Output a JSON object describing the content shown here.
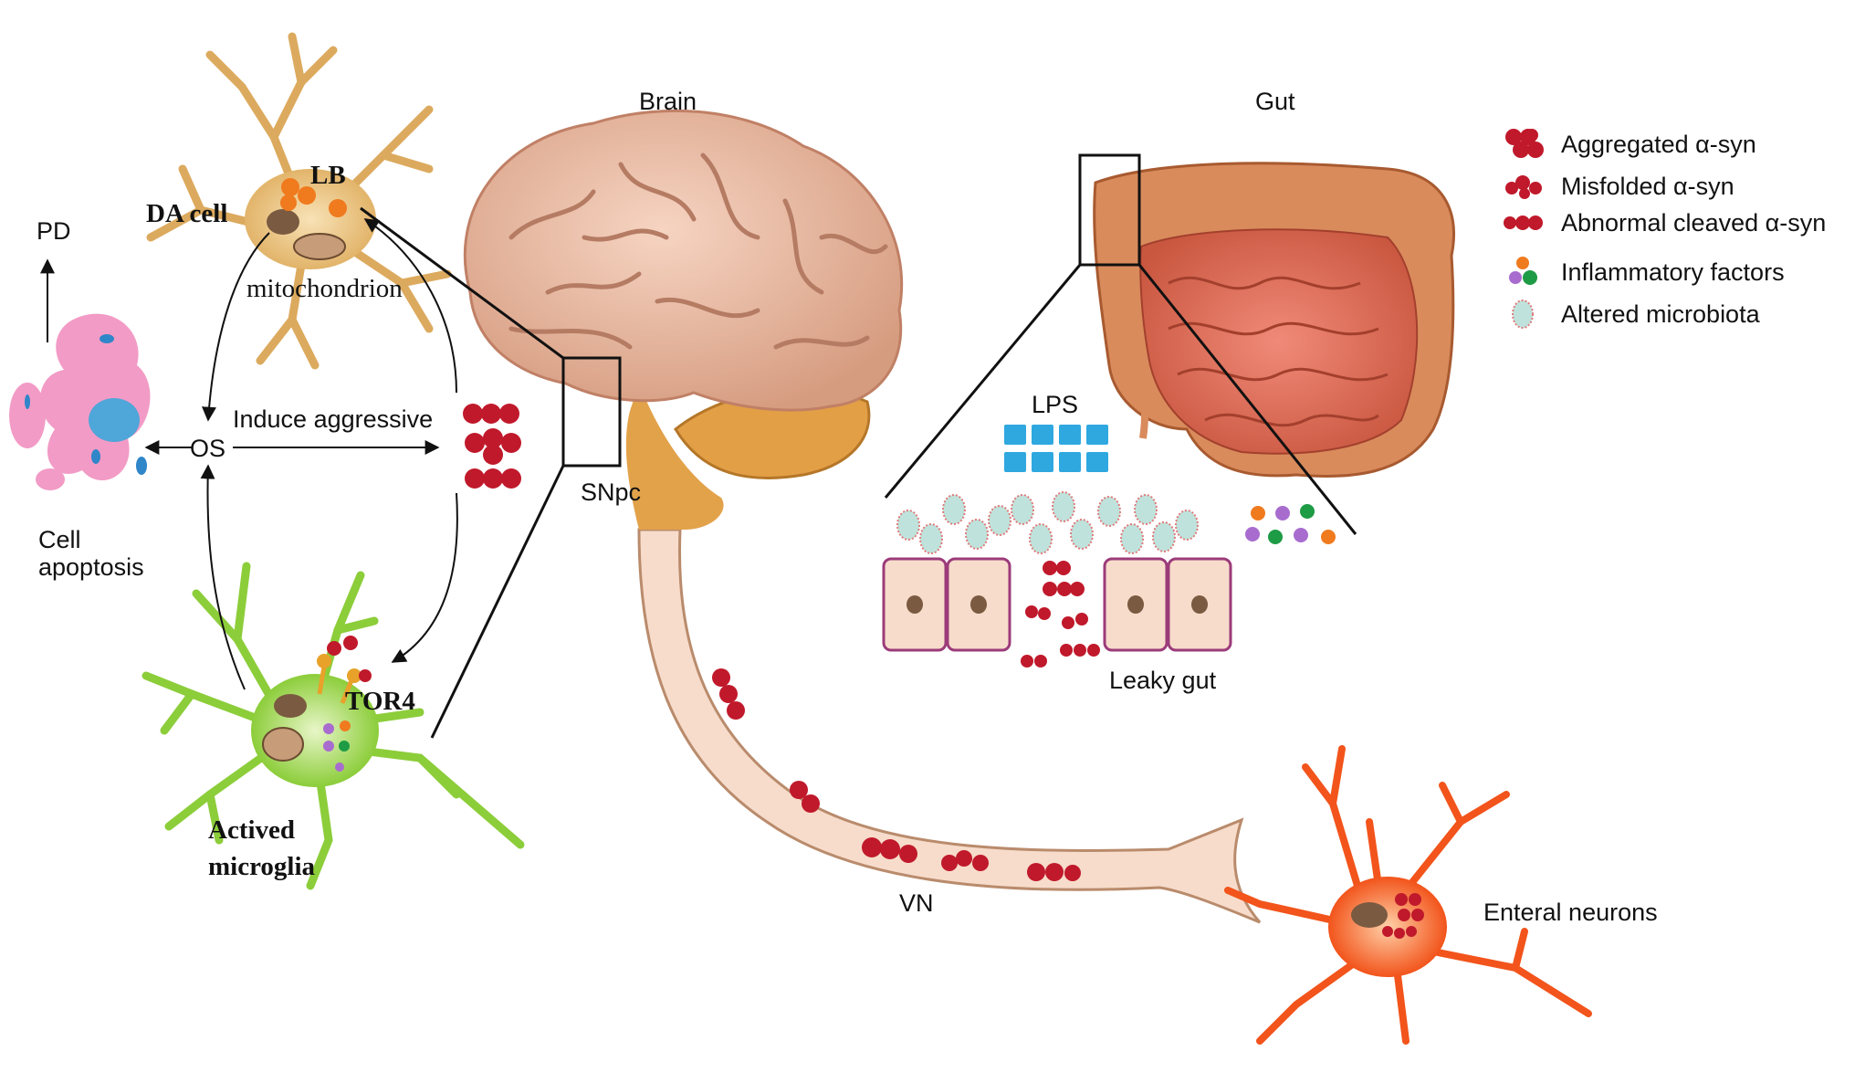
{
  "labels": {
    "brain": "Brain",
    "gut": "Gut",
    "pd": "PD",
    "da_cell": "DA cell",
    "lb": "LB",
    "mitochondrion": "mitochondrion",
    "induce": "Induce aggressive",
    "os": "OS",
    "cell": "Cell",
    "apoptosis": "apoptosis",
    "snpc": "SNpc",
    "tor4": "TOR4",
    "actived": "Actived",
    "microglia": "microglia",
    "lps": "LPS",
    "leaky_gut": "Leaky gut",
    "vn": "VN",
    "enteral": "Enteral neurons"
  },
  "legend": [
    {
      "label": "Aggregated α-syn",
      "icon": "aggregated-alpha-syn-icon"
    },
    {
      "label": "Misfolded α-syn",
      "icon": "misfolded-alpha-syn-icon"
    },
    {
      "label": "Abnormal cleaved α-syn",
      "icon": "cleaved-alpha-syn-icon"
    },
    {
      "label": "Inflammatory factors",
      "icon": "inflammatory-factors-icon"
    },
    {
      "label": "Altered microbiota",
      "icon": "microbiota-icon"
    }
  ],
  "colors": {
    "syn_red": "#c0192b",
    "brain": "#e8b49a",
    "gut": "#e0735f",
    "colon": "#d98b5c",
    "da_neuron": "#e2b46a",
    "microglia": "#8ccd3a",
    "enteric_neuron": "#f2541b",
    "nerve": "#f7dccb",
    "lps": "#2fa8e0",
    "apoptotic": "#f29bc6",
    "factor_orange": "#f07a1e",
    "factor_purple": "#a86ccf",
    "factor_green": "#1e9b45"
  }
}
